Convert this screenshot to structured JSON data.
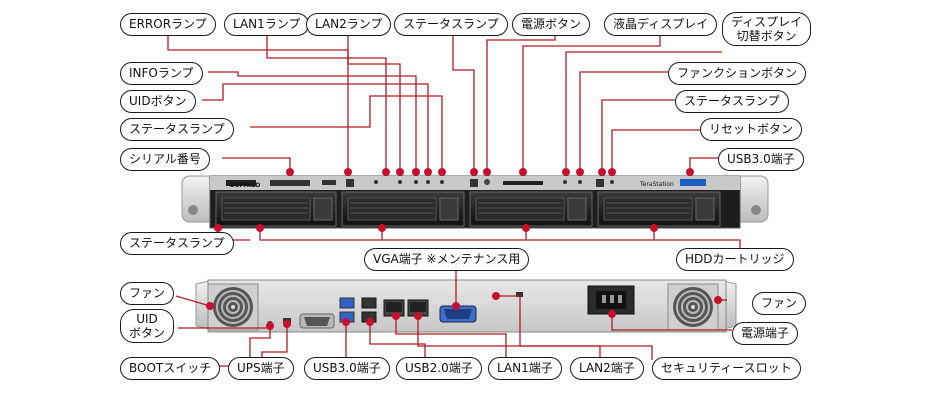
{
  "front_labels": {
    "error_lamp": "ERRORランプ",
    "lan1_lamp": "LAN1ランプ",
    "lan2_lamp": "LAN2ランプ",
    "status_lamp_top": "ステータスランプ",
    "power_button": "電源ボタン",
    "lcd_display": "液晶ディスプレイ",
    "display_switch_line1": "ディスプレイ",
    "display_switch_line2": "切替ボタン",
    "info_lamp": "INFOランプ",
    "uid_button": "UIDボタン",
    "status_lamp_left": "ステータスランプ",
    "serial_number": "シリアル番号",
    "function_button": "ファンクションボタン",
    "status_lamp_right": "ステータスランプ",
    "reset_button": "リセットボタン",
    "usb30_front": "USB3.0端子",
    "status_lamp_bottom": "ステータスランプ",
    "vga_port": "VGA端子 ※メンテナンス用",
    "hdd_cartridge": "HDDカートリッジ"
  },
  "rear_labels": {
    "fan_left": "ファン",
    "uid_button_line1": "UID",
    "uid_button_line2": "ボタン",
    "boot_switch": "BOOTスイッチ",
    "ups_port": "UPS端子",
    "usb30_rear": "USB3.0端子",
    "usb20_rear": "USB2.0端子",
    "lan1_port": "LAN1端子",
    "lan2_port": "LAN2端子",
    "security_slot": "セキュリティースロット",
    "fan_right": "ファン",
    "power_port": "電源端子"
  },
  "device_text": {
    "brand": "BUFFALO",
    "model": "TeraStation"
  },
  "colors": {
    "leader_line": "#b01c22",
    "leader_dot": "#c8102e",
    "label_border": "#1a1a1a"
  }
}
